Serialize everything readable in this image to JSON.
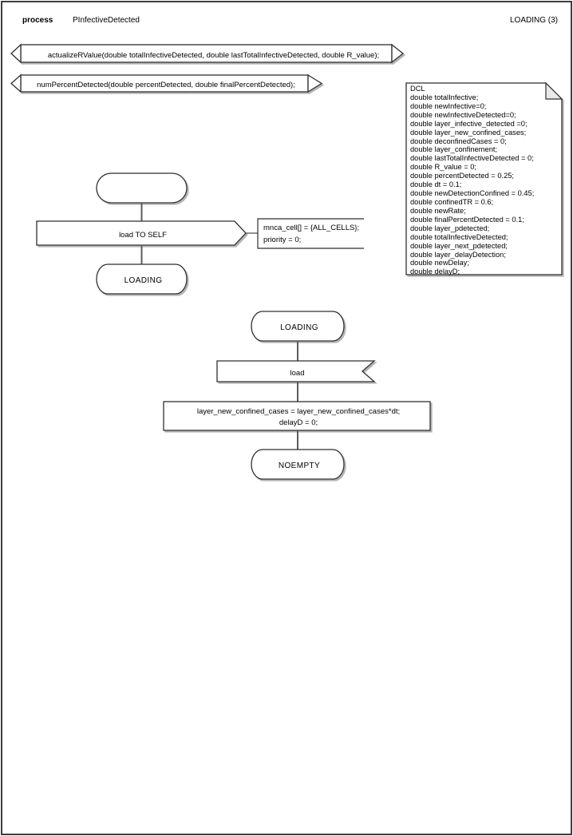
{
  "header": {
    "kind_label": "process",
    "process_name": "PInfectiveDetected",
    "page_label": "LOADING (3)"
  },
  "declarations": {
    "procedures": [
      {
        "label": "actualizeRValue(double totalInfectiveDetected, double lastTotalInfectiveDetected, double R_value);"
      },
      {
        "label": "numPercentDetected(double percentDetected, double finalPercentDetected);"
      }
    ],
    "dcl": {
      "lines": [
        "DCL",
        "double totalInfective;",
        "double newInfective=0;",
        "double newInfectiveDetected=0;",
        "double layer_infective_detected =0;",
        "double layer_new_confined_cases;",
        "double deconfinedCases = 0;",
        "double layer_confinement;",
        "double lastTotalInfectiveDetected = 0;",
        "double R_value = 0;",
        "double percentDetected = 0.25;",
        "double dt = 0.1;",
        "double newDetectionConfined = 0.45;",
        "double confinedTR = 0.6;",
        "double newRate;",
        "double finalPercentDetected = 0.1;",
        "double layer_pdetected;",
        "double totalInfectiveDetected;",
        "double layer_next_pdetected;",
        "double layer_delayDetection;",
        "double newDelay;",
        "double delayD;"
      ]
    }
  },
  "flow_start": {
    "output_label": "load TO SELF",
    "comment_lines": [
      "mnca_cell[] = {ALL_CELLS};",
      "priority = 0;"
    ],
    "next_state": "LOADING"
  },
  "flow_loading": {
    "state": "LOADING",
    "input_label": "load",
    "task_lines": [
      "layer_new_confined_cases = layer_new_confined_cases*dt;",
      "delayD = 0;"
    ],
    "next_state": "NOEMPTY"
  },
  "colors": {
    "shape_stroke": "#2e2e2e",
    "connector": "#5c5c5c",
    "shadow": "#a8a8a8",
    "background": "#ffffff"
  }
}
